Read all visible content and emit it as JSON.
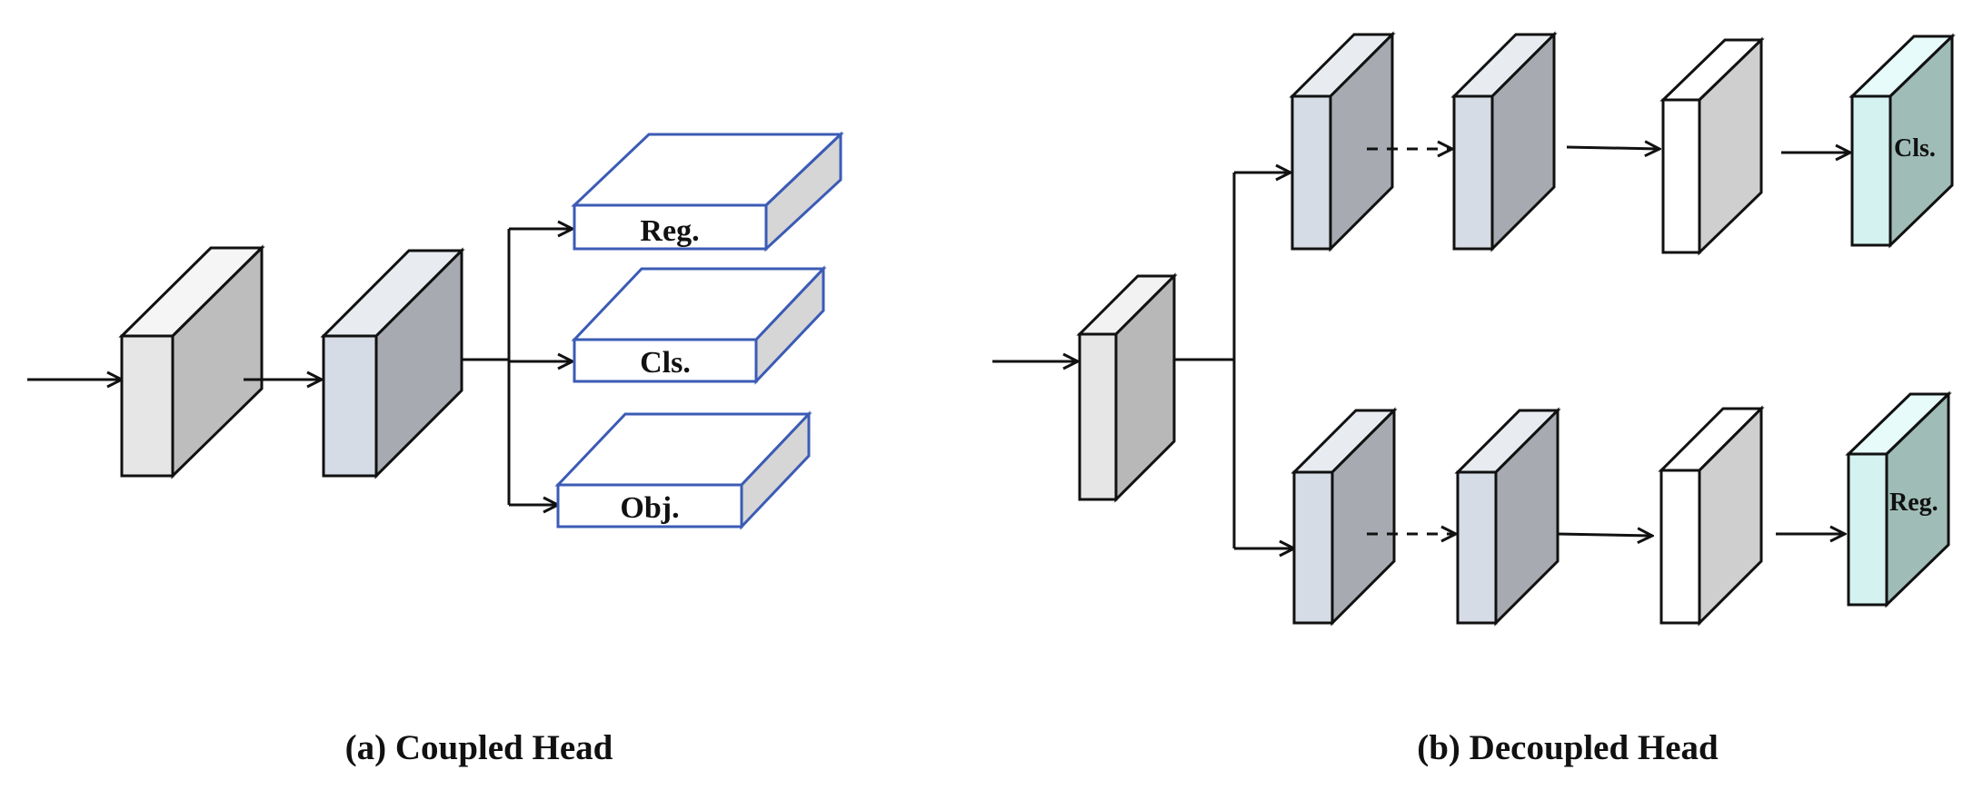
{
  "coupled_head": {
    "outputs": [
      "Reg.",
      "Cls.",
      "Obj."
    ],
    "caption": "(a) Coupled Head"
  },
  "decoupled_head": {
    "outputs": [
      "Cls.",
      "Reg."
    ],
    "caption": "(b) Decoupled Head"
  },
  "colors": {
    "block_light_front": "#e6e6e6",
    "block_light_side": "#bdbdbd",
    "block_blue_front": "#d6dce5",
    "block_blue_side": "#a7abb1",
    "block_white_front": "#ffffff",
    "block_white_side": "#cfcfcf",
    "block_teal_front": "#d4f2f0",
    "block_teal_side": "#9fbdb6",
    "output_slab_border": "#3b5bb5",
    "output_slab_side": "#d6d6d6",
    "line": "#111111"
  }
}
